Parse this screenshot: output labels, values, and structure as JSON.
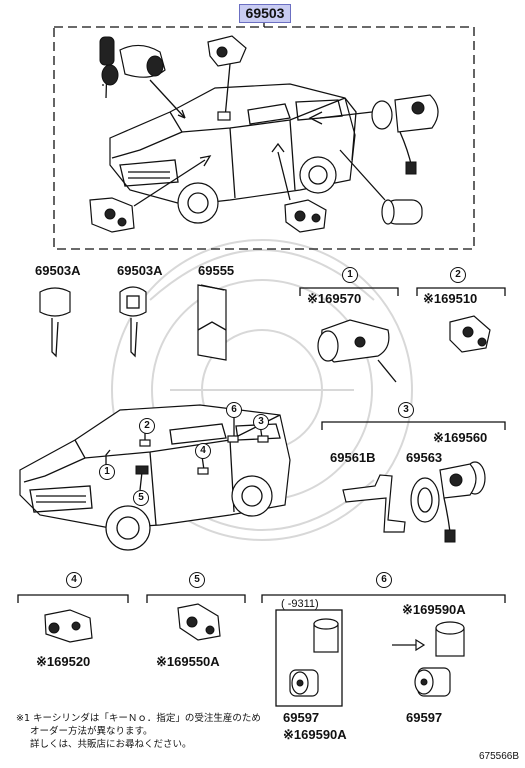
{
  "main_group": {
    "code": "69503"
  },
  "parts": {
    "key_a": "69503A",
    "key_b": "69503A",
    "pouch": "69555",
    "cyl_1": "※169570",
    "cyl_2": "※169510",
    "cyl_3": "※169560",
    "bracket_3": "69561B",
    "ring_3": "69563",
    "cyl_4": "※169520",
    "cyl_5": "※169550A",
    "cyl_6_new": "※169590A",
    "tube_6_old": "69597",
    "tube_6_new": "69597",
    "cyl_6_old": "※169590A"
  },
  "callouts": [
    "1",
    "2",
    "3",
    "4",
    "5",
    "6"
  ],
  "range_6_old": "( -9311)",
  "footnote": {
    "line1": "※1 キーシリンダは「キーＮｏ．指定」の受注生産のため",
    "line2": "オーダー方法が異なります。",
    "line3": "詳しくは、共販店にお尋ねください。"
  },
  "diagram_id": "675566B"
}
